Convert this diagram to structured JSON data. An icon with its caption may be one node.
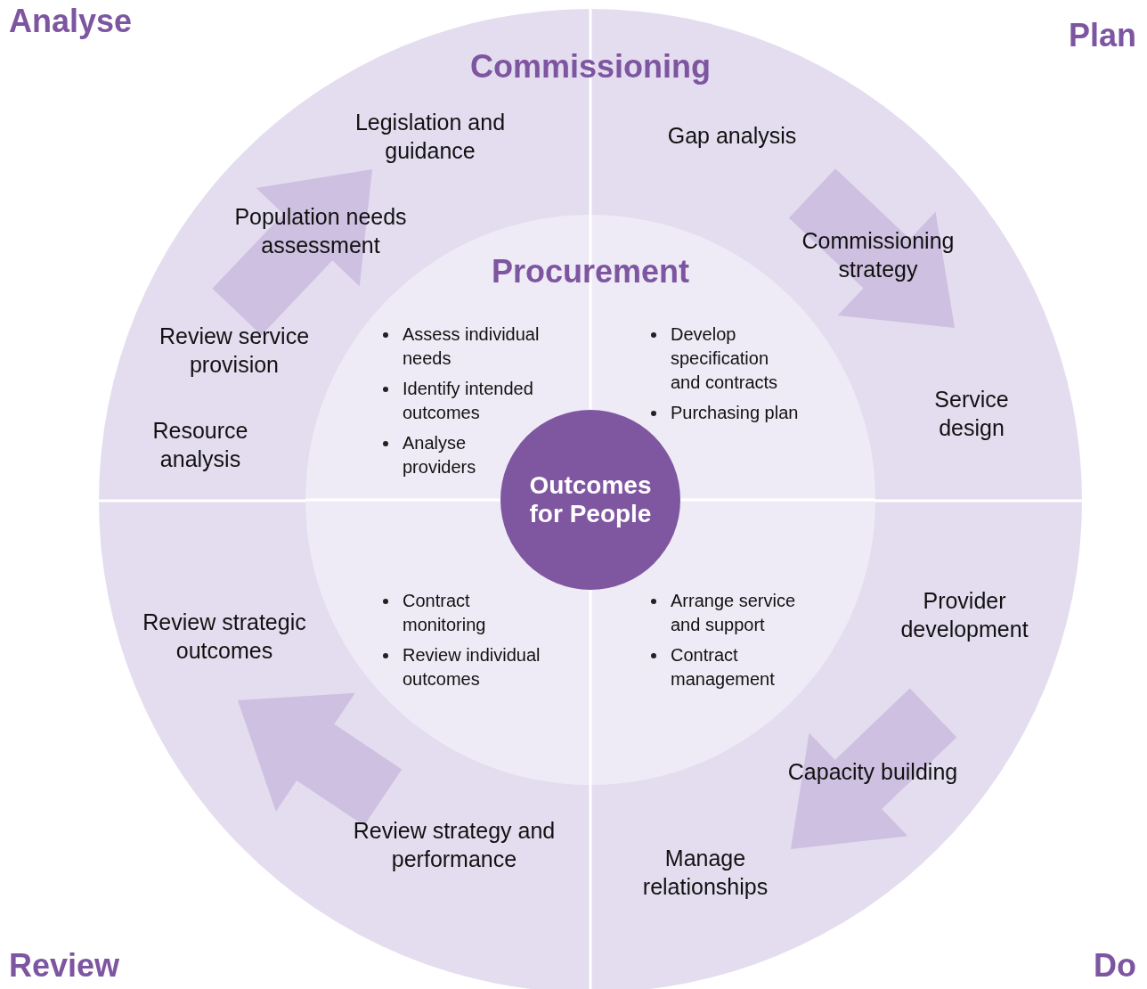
{
  "diagram": {
    "nodes": [
      {
        "text": [
          "Commissioning"
        ]
      },
      {
        "text": [
          "Procurement"
        ],
        "in": 0
      },
      {
        "text": [
          "Outcomes for People"
        ],
        "in": 1
      }
    ],
    "labels": [
      "Analyse",
      "Plan",
      "Legislation and guidance",
      "Gap analysis",
      "Population needs assessment",
      "Commissioning strategy",
      "Review service provision",
      "Resource analysis",
      "Service design",
      "Assess individual needs",
      "Identify intended outcomes",
      "Analyse providers",
      "Develop specification and contracts",
      "Purchasing plan",
      "Contract monitoring",
      "Review individual outcomes",
      "Arrange service and support",
      "Contract management",
      "Provider development",
      "Review strategic outcomes",
      "Capacity building",
      "Review strategy and performance",
      "Manage relationships",
      "Review",
      "Do"
    ]
  }
}
